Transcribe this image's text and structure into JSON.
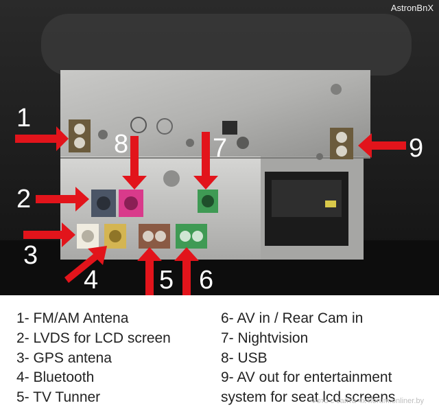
{
  "watermark": "AstronBnX",
  "callouts": [
    "1",
    "2",
    "3",
    "4",
    "5",
    "6",
    "7",
    "8",
    "9"
  ],
  "legend": {
    "left": [
      "1- FM/AM Antena",
      "2- LVDS for LCD screen",
      "3- GPS antena",
      "4- Bluetooth",
      "5- TV Tunner"
    ],
    "right": [
      "6- AV in / Rear Cam in",
      "7- Nightvision",
      "8- USB",
      "9- AV out for entertainment",
      "system for seat lcd screens"
    ]
  },
  "site_watermark": "Фото с сайта 4x4forum.onliner.by",
  "colors": {
    "arrow": "#e2141b",
    "background_text": "#ffffff",
    "connector_fm": "#6b5b3c",
    "connector_lvds": "#4b5566",
    "connector_usb": "#d93a8b",
    "connector_gps": "#f0ece0",
    "connector_bt": "#d4b552",
    "connector_tv": "#8a5a44",
    "connector_av": "#3f9a54"
  }
}
